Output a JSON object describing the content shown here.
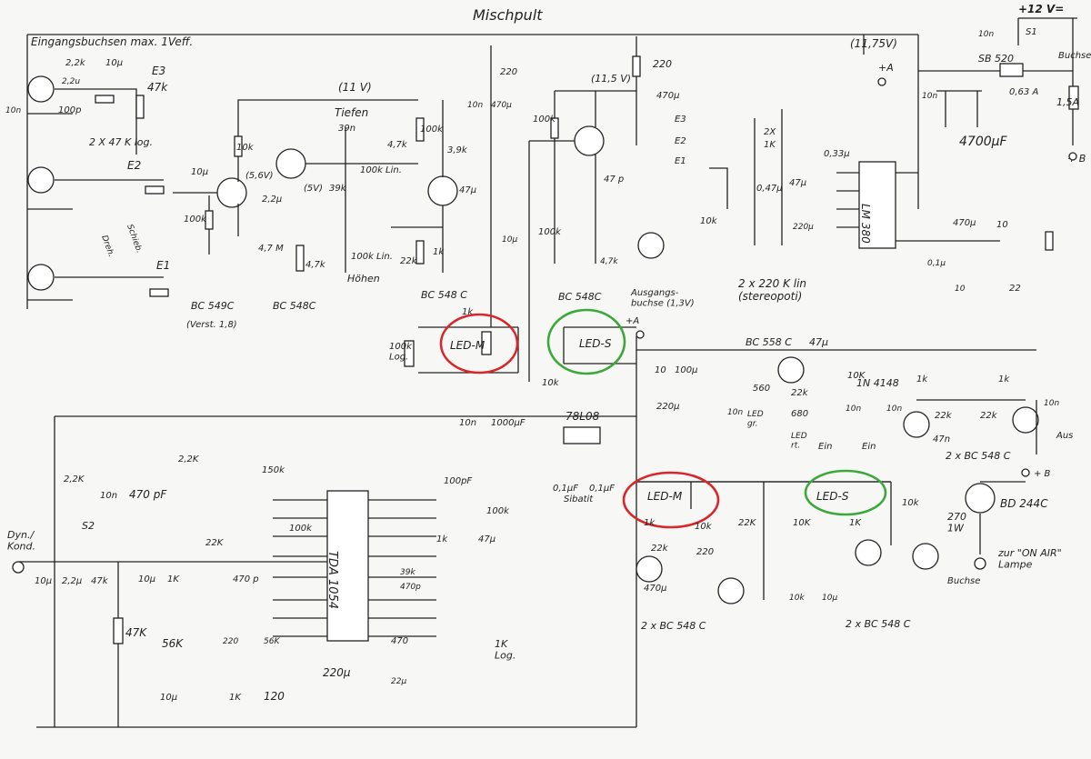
{
  "title": "Mischpult",
  "header": {
    "inputs_note": "Eingangsbuchsen  max. 1Veff.",
    "supply_rail": "(11,75V)",
    "plus12": "+12 V=",
    "s1": "S1",
    "buchse": "Buchse"
  },
  "labels": {
    "e3": "E3",
    "e2": "E2",
    "e1": "E1",
    "pot47k": "47k",
    "pot2x47k": "2 X 47 K log.",
    "r22k": "2,2k",
    "r22u": "2,2u",
    "c10u": "10µ",
    "c100p": "100p",
    "c10n": "10n",
    "dreh": "Dreh.",
    "schieb": "Schieb.",
    "t1": "BC 549C",
    "t1note": "(Verst. 1,8)",
    "t2": "BC 548C",
    "t3": "BC 548 C",
    "t4": "BC 548C",
    "rail11": "(11 V)",
    "rail115": "(11,5 V)",
    "tiefen": "Tiefen",
    "hoehen": "Höhen",
    "c39n": "39n",
    "r100klin": "100k Lin.",
    "r100klin2": "100k Lin.",
    "r220": "220",
    "r220b": "220",
    "c470u": "470µ",
    "c47p": "47 p",
    "ausgang": "Ausgangs-\nbuchse (1,3V)",
    "lm380": "LM 380",
    "stereopoti": "2 x 220 K lin\n(stereopoti)",
    "c4700": "4700µF",
    "sb520": "SB 520",
    "fuse1": "0,63 A",
    "fuse2": "1,5A",
    "plusA": "+A",
    "plusB": "+ B",
    "c033": "0,33µ",
    "pot100klog": "100k\nLog.",
    "led_m1": "LED-M",
    "led_s1": "LED-S",
    "led_m2": "LED-M",
    "led_s2": "LED-S",
    "bc558": "BC 558 C",
    "d1n4148": "1N 4148",
    "c47u": "47µ",
    "ledgr": "LED\ngr.",
    "ledrt": "LED\nrt.",
    "ein1": "Ein",
    "ein2": "Ein",
    "aus": "Aus",
    "pair1": "2 x BC 548 C",
    "pair2": "2 x BC 548 C",
    "pair3": "2 x BC 548 C",
    "reg": "78L08",
    "sibatit": "Sibatit",
    "c01a": "0,1µF",
    "c01b": "0,1µF",
    "c1000": "1000µF",
    "c470pf": "470 pF",
    "bd244": "BD 244C",
    "lampe": "zur \"ON AIR\"\nLampe",
    "buchse2": "Buchse",
    "r270": "270\n1W",
    "dyn": "Dyn./\nKond.",
    "s2": "S2",
    "tda": "TDA 1054",
    "c220u": "220µ",
    "pot1klog": "1K\nLog.",
    "r47k": "47K",
    "r56k": "56K",
    "r120": "120",
    "r1k": "1K"
  }
}
